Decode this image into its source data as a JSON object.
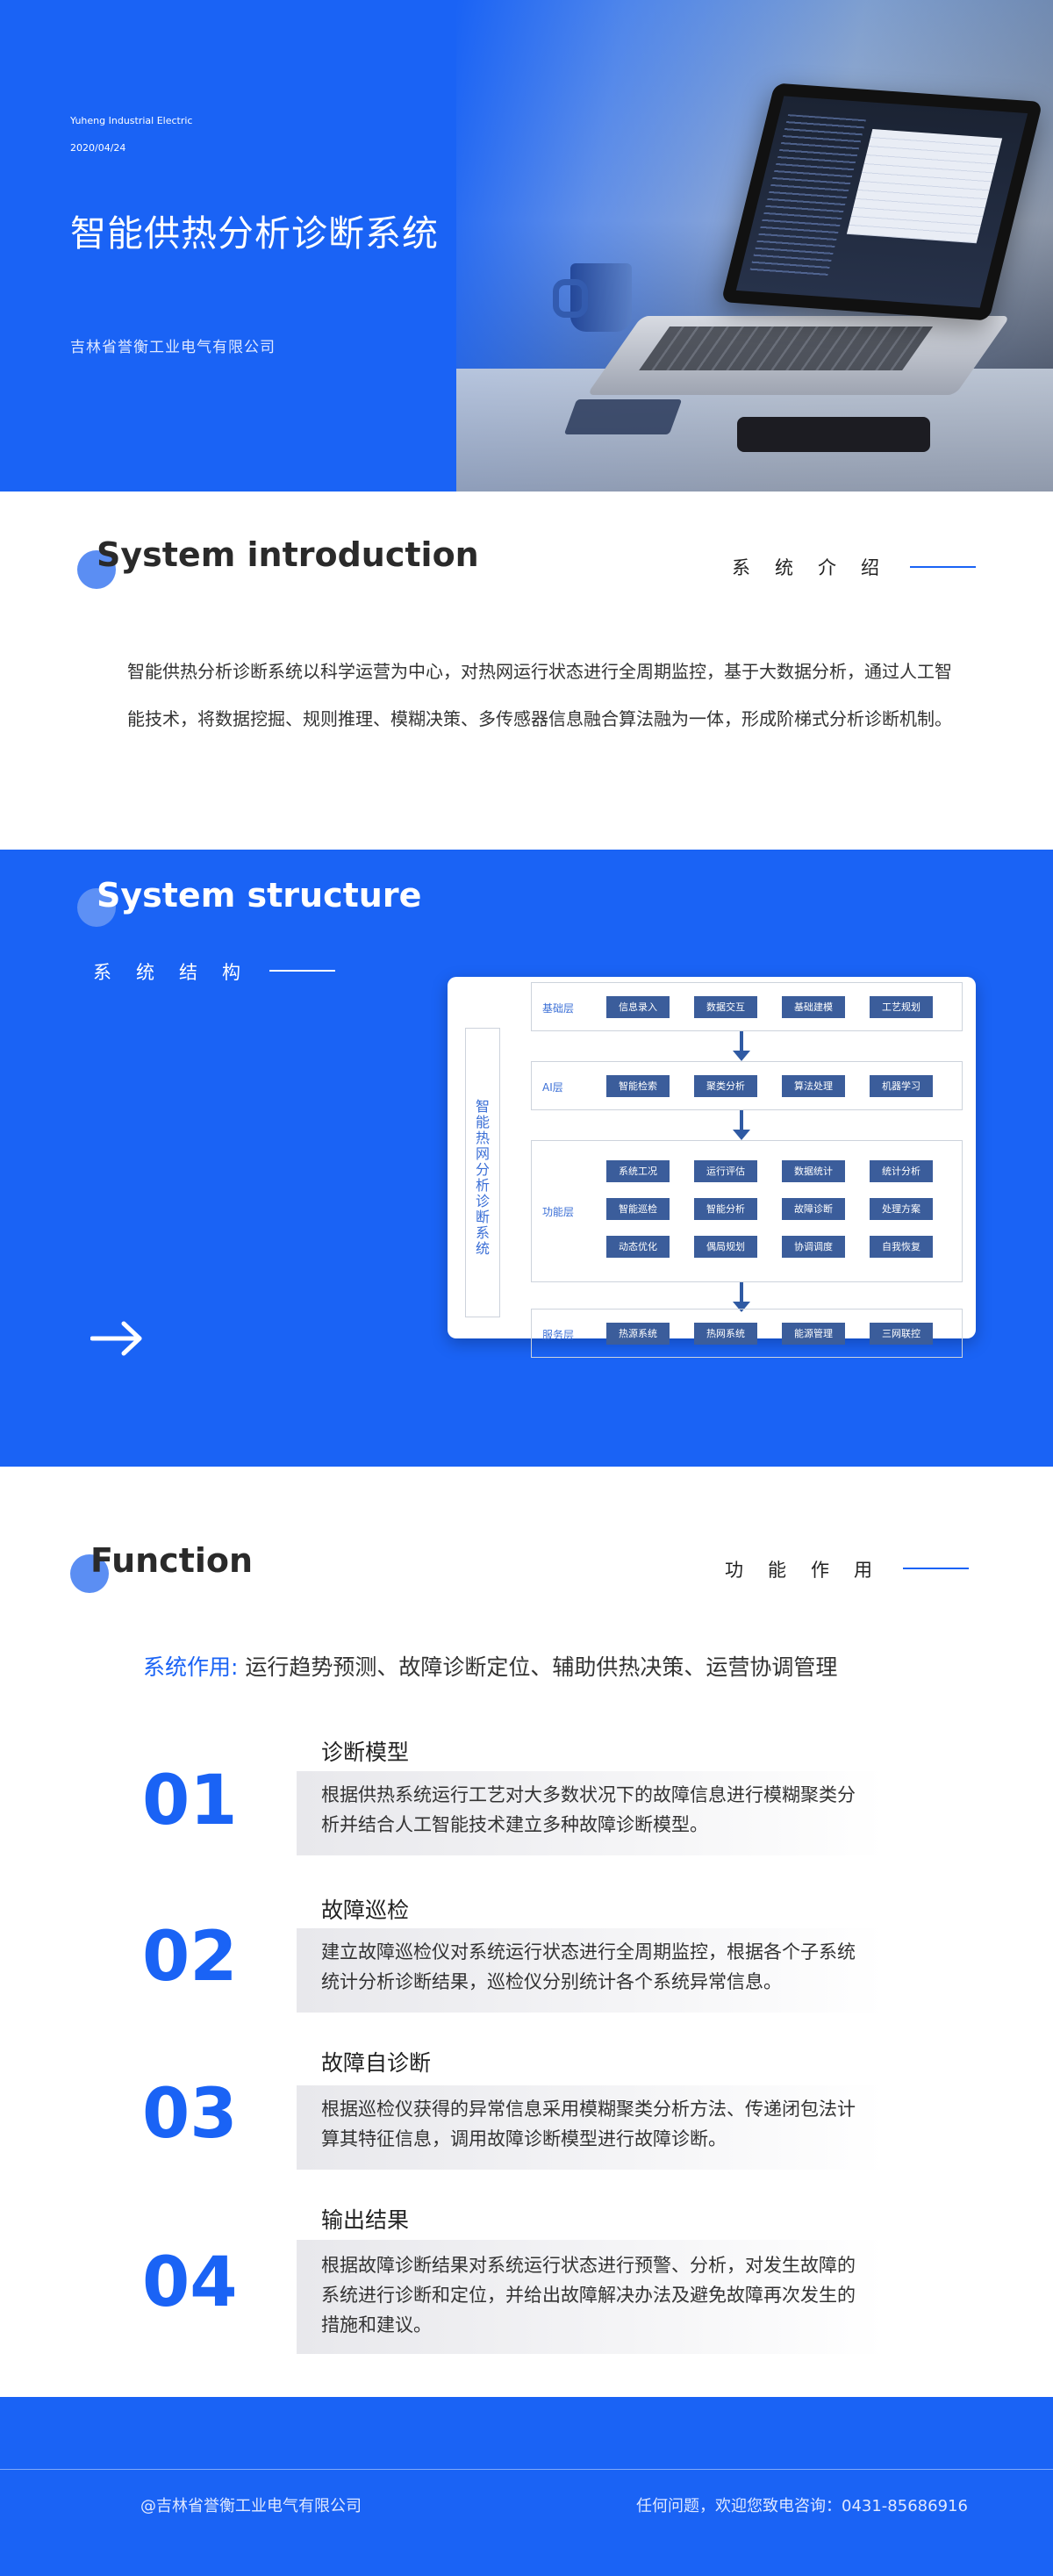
{
  "hero": {
    "company_en": "Yuheng Industrial Electric",
    "date": "2020/04/24",
    "title": "智能供热分析诊断系统",
    "company_cn": "吉林省誉衡工业电气有限公司"
  },
  "intro": {
    "heading_en": "System introduction",
    "heading_cn": "系统介绍",
    "text": "智能供热分析诊断系统以科学运营为中心，对热网运行状态进行全周期监控，基于大数据分析，通过人工智能技术，将数据挖掘、规则推理、模糊决策、多传感器信息融合算法融为一体，形成阶梯式分析诊断机制。"
  },
  "structure": {
    "heading_en": "System structure",
    "heading_cn": "系统结构",
    "arrow_icon": "arrow-right-icon",
    "diagram": {
      "side_label": "智能热网分析诊断系统",
      "layers": [
        {
          "label": "基础层",
          "boxes": [
            "信息录入",
            "数据交互",
            "基础建模",
            "工艺规划"
          ]
        },
        {
          "label": "AI层",
          "boxes": [
            "智能检索",
            "聚类分析",
            "算法处理",
            "机器学习"
          ]
        },
        {
          "label": "功能层",
          "boxes": [
            "系统工况",
            "运行评估",
            "数据统计",
            "统计分析",
            "智能巡检",
            "智能分析",
            "故障诊断",
            "处理方案",
            "动态优化",
            "偶局规划",
            "协调调度",
            "自我恢复"
          ]
        },
        {
          "label": "服务层",
          "boxes": [
            "热源系统",
            "热网系统",
            "能源管理",
            "三网联控"
          ]
        }
      ]
    }
  },
  "function": {
    "heading_en": "Function",
    "heading_cn": "功能作用",
    "summary_label": "系统作用:",
    "summary_text": "运行趋势预测、故障诊断定位、辅助供热决策、运营协调管理",
    "items": [
      {
        "num": "01",
        "title": "诊断模型",
        "text": "根据供热系统运行工艺对大多数状况下的故障信息进行模糊聚类分析并结合人工智能技术建立多种故障诊断模型。"
      },
      {
        "num": "02",
        "title": "故障巡检",
        "text": "建立故障巡检仪对系统运行状态进行全周期监控，根据各个子系统统计分析诊断结果，巡检仪分别统计各个系统异常信息。"
      },
      {
        "num": "03",
        "title": "故障自诊断",
        "text": "根据巡检仪获得的异常信息采用模糊聚类分析方法、传递闭包法计算其特征信息，调用故障诊断模型进行故障诊断。"
      },
      {
        "num": "04",
        "title": "输出结果",
        "text": "根据故障诊断结果对系统运行状态进行预警、分析，对发生故障的系统进行诊断和定位，并给出故障解决办法及避免故障再次发生的措施和建议。"
      }
    ]
  },
  "footer": {
    "left": "@吉林省誉衡工业电气有限公司",
    "right": "任何问题，欢迎您致电咨询：0431-85686916"
  },
  "colors": {
    "brand_blue": "#1a63f5",
    "accent_dot": "#5b8ef3",
    "diagram_box": "#3b5d9b"
  }
}
